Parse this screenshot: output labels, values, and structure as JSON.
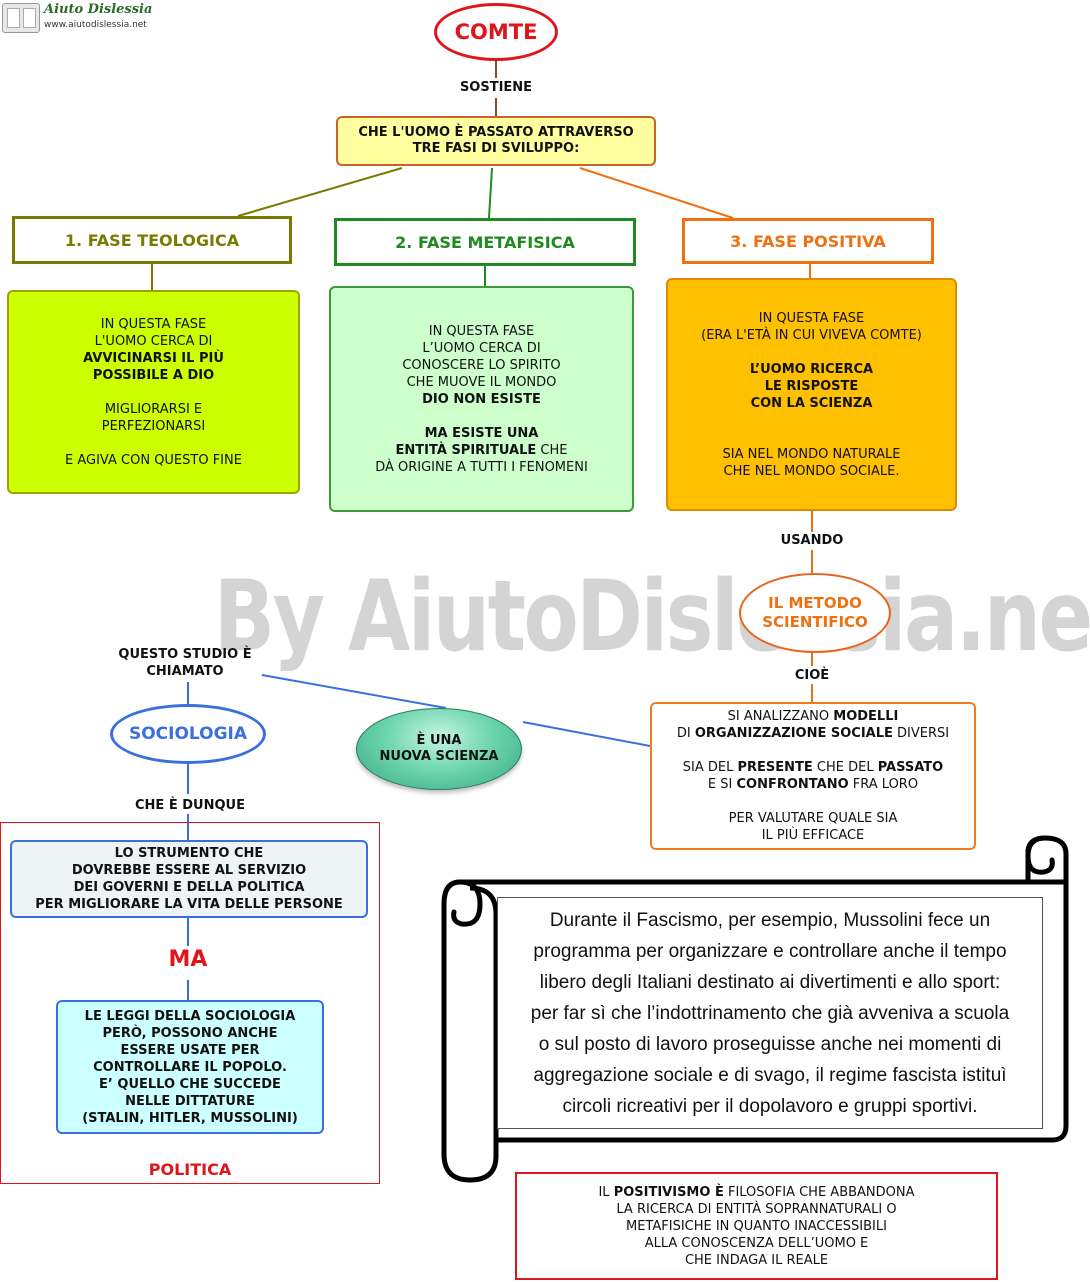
{
  "logo": {
    "name": "Aiuto Dislessia",
    "url": "www.aiutodislessia.net"
  },
  "watermark": "By AiutoDislessia.net",
  "comte": "COMTE",
  "sostiene": "SOSTIENE",
  "main": [
    "CHE L'UOMO È PASSATO ATTRAVERSO",
    "TRE FASI DI SVILUPPO:"
  ],
  "phases": [
    {
      "title": "1.  FASE TEOLOGICA",
      "color": "#7a7a00"
    },
    {
      "title": "2.  FASE METAFISICA",
      "color": "#1f8a1f"
    },
    {
      "title": "3.  FASE POSITIVA",
      "color": "#f07010"
    }
  ],
  "teologica": {
    "l1": "IN QUESTA FASE",
    "l2": "L'UOMO CERCA DI",
    "l3": "AVVICINARSI IL PIÙ",
    "l4": "POSSIBILE A DIO",
    "l5": "MIGLIORARSI E",
    "l6": "PERFEZIONARSI",
    "l7": "E AGIVA CON QUESTO FINE"
  },
  "metafisica": {
    "l1": "IN QUESTA FASE",
    "l2": "L’UOMO CERCA DI",
    "l3": "CONOSCERE LO SPIRITO",
    "l4": "CHE MUOVE IL MONDO",
    "l5": "DIO NON ESISTE",
    "l6": "MA ESISTE UNA",
    "l7a": "ENTITÀ SPIRITUALE",
    "l7b": " CHE",
    "l8": "DÀ ORIGINE A TUTTI I FENOMENI"
  },
  "positiva": {
    "l1": "IN QUESTA FASE",
    "l2": "(ERA L'ETÀ IN CUI VIVEVA COMTE)",
    "l3": "L’UOMO RICERCA",
    "l4": "LE RISPOSTE",
    "l5": "CON LA SCIENZA",
    "l6": "SIA NEL MONDO NATURALE",
    "l7": "CHE NEL MONDO SOCIALE."
  },
  "usando": "USANDO",
  "metodo": [
    "IL  METODO",
    "SCIENTIFICO"
  ],
  "cioe": "CIOÈ",
  "analisi": {
    "l1a": "SI ANALIZZANO ",
    "l1b": "MODELLI",
    "l2a": "DI ",
    "l2b": "ORGANIZZAZIONE SOCIALE",
    "l2c": " DIVERSI",
    "l3a": "SIA DEL ",
    "l3b": "PRESENTE",
    "l3c": " CHE DEL ",
    "l3d": "PASSATO",
    "l4a": "E SI ",
    "l4b": "CONFRONTANO",
    "l4c": " FRA LORO",
    "l5": "PER VALUTARE QUALE  SIA",
    "l6": "IL PIÙ EFFICACE"
  },
  "questo_studio": [
    "QUESTO STUDIO È",
    "CHIAMATO"
  ],
  "sociologia": "SOCIOLOGIA",
  "nuova_scienza": [
    "È UNA",
    "NUOVA SCIENZA"
  ],
  "che_dunque": "CHE È DUNQUE",
  "strumento": [
    "LO STRUMENTO CHE",
    "DOVREBBE ESSERE AL SERVIZIO",
    "DEI GOVERNI E DELLA POLITICA",
    "PER MIGLIORARE LA VITA DELLE PERSONE"
  ],
  "ma": "MA",
  "leggi": [
    "LE LEGGI DELLA SOCIOLOGIA",
    "PERÒ, POSSONO ANCHE",
    "ESSERE USATE PER",
    "CONTROLLARE IL POPOLO.",
    "E’ QUELLO CHE SUCCEDE",
    "NELLE DITTATURE",
    "(STALIN, HITLER, MUSSOLINI)"
  ],
  "politica": "POLITICA",
  "scroll": [
    "Durante il Fascismo, per esempio, Mussolini fece un",
    "programma per organizzare e controllare anche il tempo",
    "libero degli Italiani destinato ai divertimenti e allo sport:",
    "per far sì che l’indottrinamento che già avveniva a scuola",
    "o sul posto di lavoro proseguisse anche nei momenti di",
    "aggregazione sociale e di svago, il regime fascista istituì",
    "circoli ricreativi per il dopolavoro e gruppi sportivi."
  ],
  "positivismo": {
    "l1a": "IL ",
    "l1b": "POSITIVISMO È",
    "l1c": " FILOSOFIA CHE ABBANDONA",
    "l2": "LA RICERCA DI ENTITÀ SOPRANNATURALI O",
    "l3": "METAFISICHE IN QUANTO INACCESSIBILI",
    "l4": "ALLA CONOSCENZA DELL’UOMO E",
    "l5": "CHE INDAGA IL REALE"
  }
}
